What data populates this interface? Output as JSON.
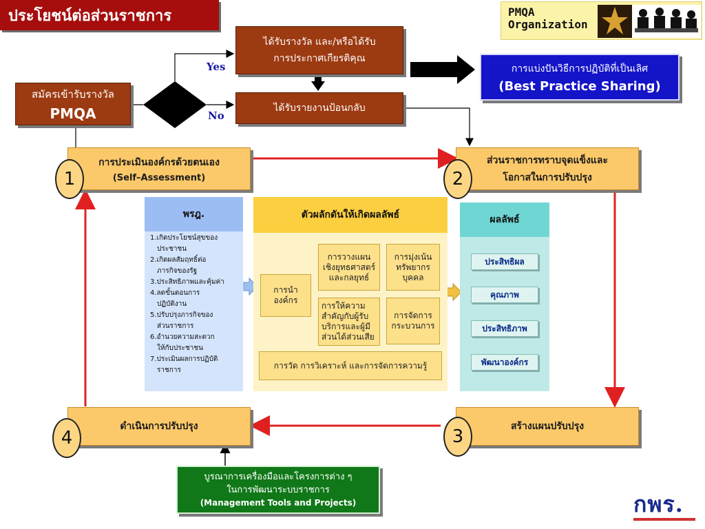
{
  "title": "ประโยชน์ต่อส่วนราชการ",
  "logo": {
    "line1": "PMQA",
    "line2": "Organization"
  },
  "apply_box": {
    "line1": "สมัครเข้ารับรางวัล",
    "line2": "PMQA"
  },
  "decision": {
    "yes": "Yes",
    "no": "No"
  },
  "award_box": {
    "line1": "ได้รับรางวัล และ/หรือได้รับ",
    "line2": "การประกาศเกียรติคุณ"
  },
  "feedback_box": "ได้รับรายงานป้อนกลับ",
  "best_practice": {
    "line1": "การแบ่งปันวิธีการปฏิบัติที่เป็นเลิศ",
    "line2": "(Best Practice Sharing)"
  },
  "step1": {
    "line1": "การประเมินองค์กรด้วยตนเอง",
    "line2": "(Self–Assessment)",
    "num": "1"
  },
  "step2": {
    "line1": "ส่วนราชการทราบจุดแข็งและ",
    "line2": "โอกาสในการปรับปรุง",
    "num": "2"
  },
  "step3": {
    "label": "สร้างแผนปรับปรุง",
    "num": "3"
  },
  "step4": {
    "label": "ดำเนินการปรับปรุง",
    "num": "4"
  },
  "tools_box": {
    "line1": "บูรณาการเครื่องมือและโครงการต่าง ๆ",
    "line2": "ในการพัฒนาระบบราชการ",
    "line3": "(Management Tools and Projects)"
  },
  "law": {
    "header": "พรฎ.",
    "items": [
      "1.เกิดประโยชน์สุขของ",
      "ประชาชน",
      "2.เกิดผลสัมฤทธิ์ต่อ",
      "ภารกิจของรัฐ",
      "3.ประสิทธิภาพและคุ้มค่า",
      "4.ลดขั้นตอนการ",
      "ปฏิบัติงาน",
      "5.ปรับปรุงภารกิจของ",
      "ส่วนราชการ",
      "6.อำนวยความสะดวก",
      "ให้กับประชาชน",
      "7.ประเมินผลการปฏิบัติ",
      "ราชการ"
    ]
  },
  "drivers": {
    "header": "ตัวผลักดันให้เกิดผลลัพธ์",
    "leadership": {
      "line1": "การนำ",
      "line2": "องค์กร"
    },
    "strategy": {
      "line1": "การวางแผน",
      "line2": "เชิงยุทธศาสตร์",
      "line3": "และกลยุทธ์"
    },
    "hr": {
      "line1": "การมุ่งเน้น",
      "line2": "ทรัพยากร",
      "line3": "บุคคล"
    },
    "customer": {
      "line1": "การให้ความ",
      "line2": "สำคัญกับผู้รับ",
      "line3": "บริการและผู้มี",
      "line4": "ส่วนได้ส่วนเสีย"
    },
    "process": {
      "line1": "การจัดการ",
      "line2": "กระบวนการ"
    },
    "measurement": "การวัด การวิเคราะห์ และการจัดการความรู้"
  },
  "results": {
    "header": "ผลลัพธ์",
    "items": [
      "ประสิทธิผล",
      "คุณภาพ",
      "ประสิทธิภาพ",
      "พัฒนาองค์กร"
    ]
  },
  "footer_logo": "กพร.",
  "colors": {
    "title_red": "#a60d0d",
    "brown": "#9c3a12",
    "orange": "#fcc96a",
    "blue": "#1414c8",
    "green": "#107818",
    "red_arrow": "#e02020"
  }
}
